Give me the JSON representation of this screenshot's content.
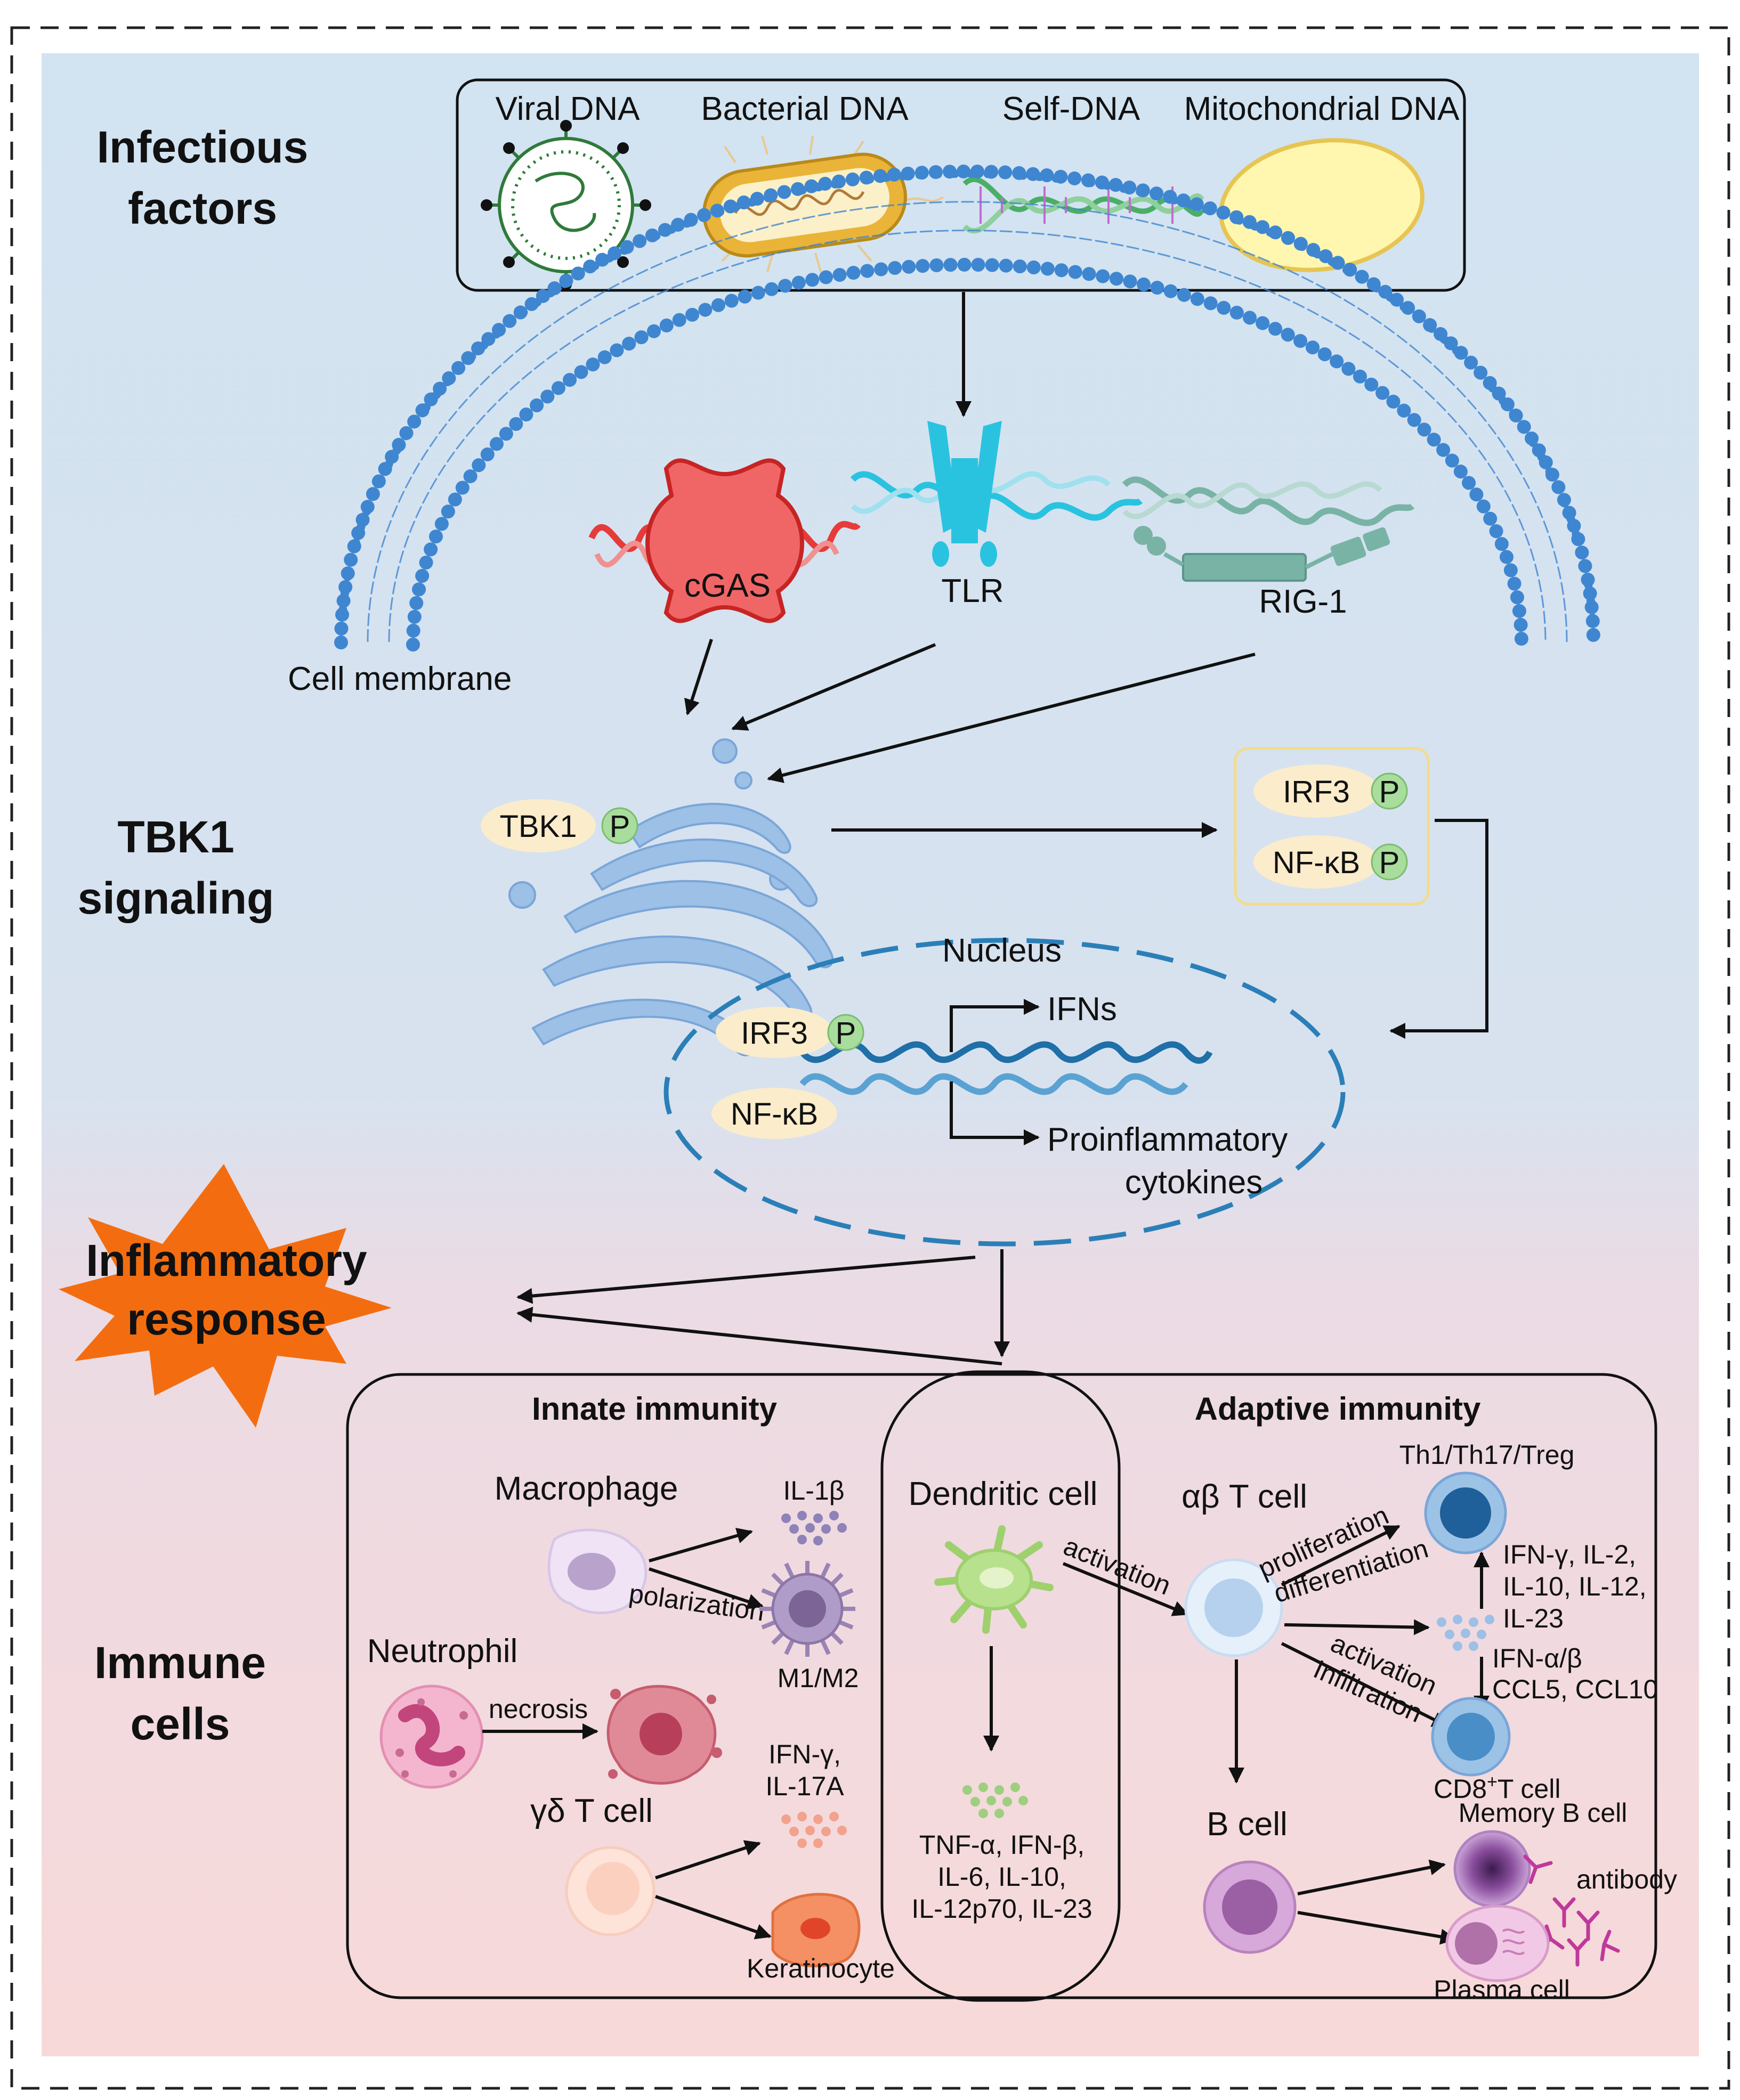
{
  "sections": {
    "infectious_line1": "Infectious",
    "infectious_line2": "factors",
    "tbk1_line1": "TBK1",
    "tbk1_line2": "signaling",
    "inflammatory_line1": "Inflammatory",
    "inflammatory_line2": "response",
    "immune_line1": "Immune",
    "immune_line2": "cells"
  },
  "factors": {
    "viral_dna": "Viral DNA",
    "bacterial_dna": "Bacterial DNA",
    "self_dna": "Self-DNA",
    "mitochondrial_dna": "Mitochondrial DNA"
  },
  "receptors": {
    "cgas": "cGAS",
    "tlr": "TLR",
    "rig1": "RIG-1",
    "membrane": "Cell membrane"
  },
  "signaling": {
    "tbk1": "TBK1",
    "p": "P",
    "irf3": "IRF3",
    "nfkb": "NF-κB"
  },
  "nucleus": {
    "title": "Nucleus",
    "irf3": "IRF3",
    "nfkb": "NF-κB",
    "ifns": "IFNs",
    "proinflammatory_line1": "Proinflammatory",
    "proinflammatory_line2": "cytokines"
  },
  "innate": {
    "header": "Innate immunity",
    "macrophage": "Macrophage",
    "il1b": "IL-1β",
    "polarization": "polarization",
    "m1m2": "M1/M2",
    "neutrophil": "Neutrophil",
    "necrosis": "necrosis",
    "gdt": "γδ T cell",
    "ifng_line1": "IFN-γ,",
    "ifng_line2": "IL-17A",
    "keratinocyte": "Keratinocyte"
  },
  "dendritic": {
    "title": "Dendritic cell",
    "activation": "activation",
    "cyt_line1": "TNF-α, IFN-β,",
    "cyt_line2": "IL-6, IL-10,",
    "cyt_line3": "IL-12p70, IL-23"
  },
  "adaptive": {
    "header": "Adaptive immunity",
    "abt": "αβ T cell",
    "th": "Th1/Th17/Treg",
    "proliferation": "proliferation",
    "differentiation": "differentiation",
    "cyt_line1": "IFN-γ, IL-2,",
    "cyt_line2": "IL-10, IL-12,",
    "cyt_line3": "IL-23",
    "ifnab": "IFN-α/β",
    "ccl": "CCL5, CCL10",
    "activation": "activation",
    "infiltration": "Infiltration",
    "cd8_main": "CD8",
    "cd8_sup": "+",
    "cd8_tail": "T cell",
    "bcell": "B cell",
    "memory": "Memory B cell",
    "antibody": "antibody",
    "plasma": "Plasma cell"
  },
  "colors": {
    "bg_top": "#d2e3f1",
    "bg_bottom": "#f8d9d9",
    "membrane_blue": "#3f86d1",
    "cgas_red": "#e63b3b",
    "tlr_cyan": "#29c3e0",
    "rig_teal": "#79b3a6",
    "pill_yellow": "#fbeccb",
    "p_green": "#a9dd9d",
    "nucleus_dash": "#2b7fb8",
    "star_orange": "#f36d10"
  }
}
